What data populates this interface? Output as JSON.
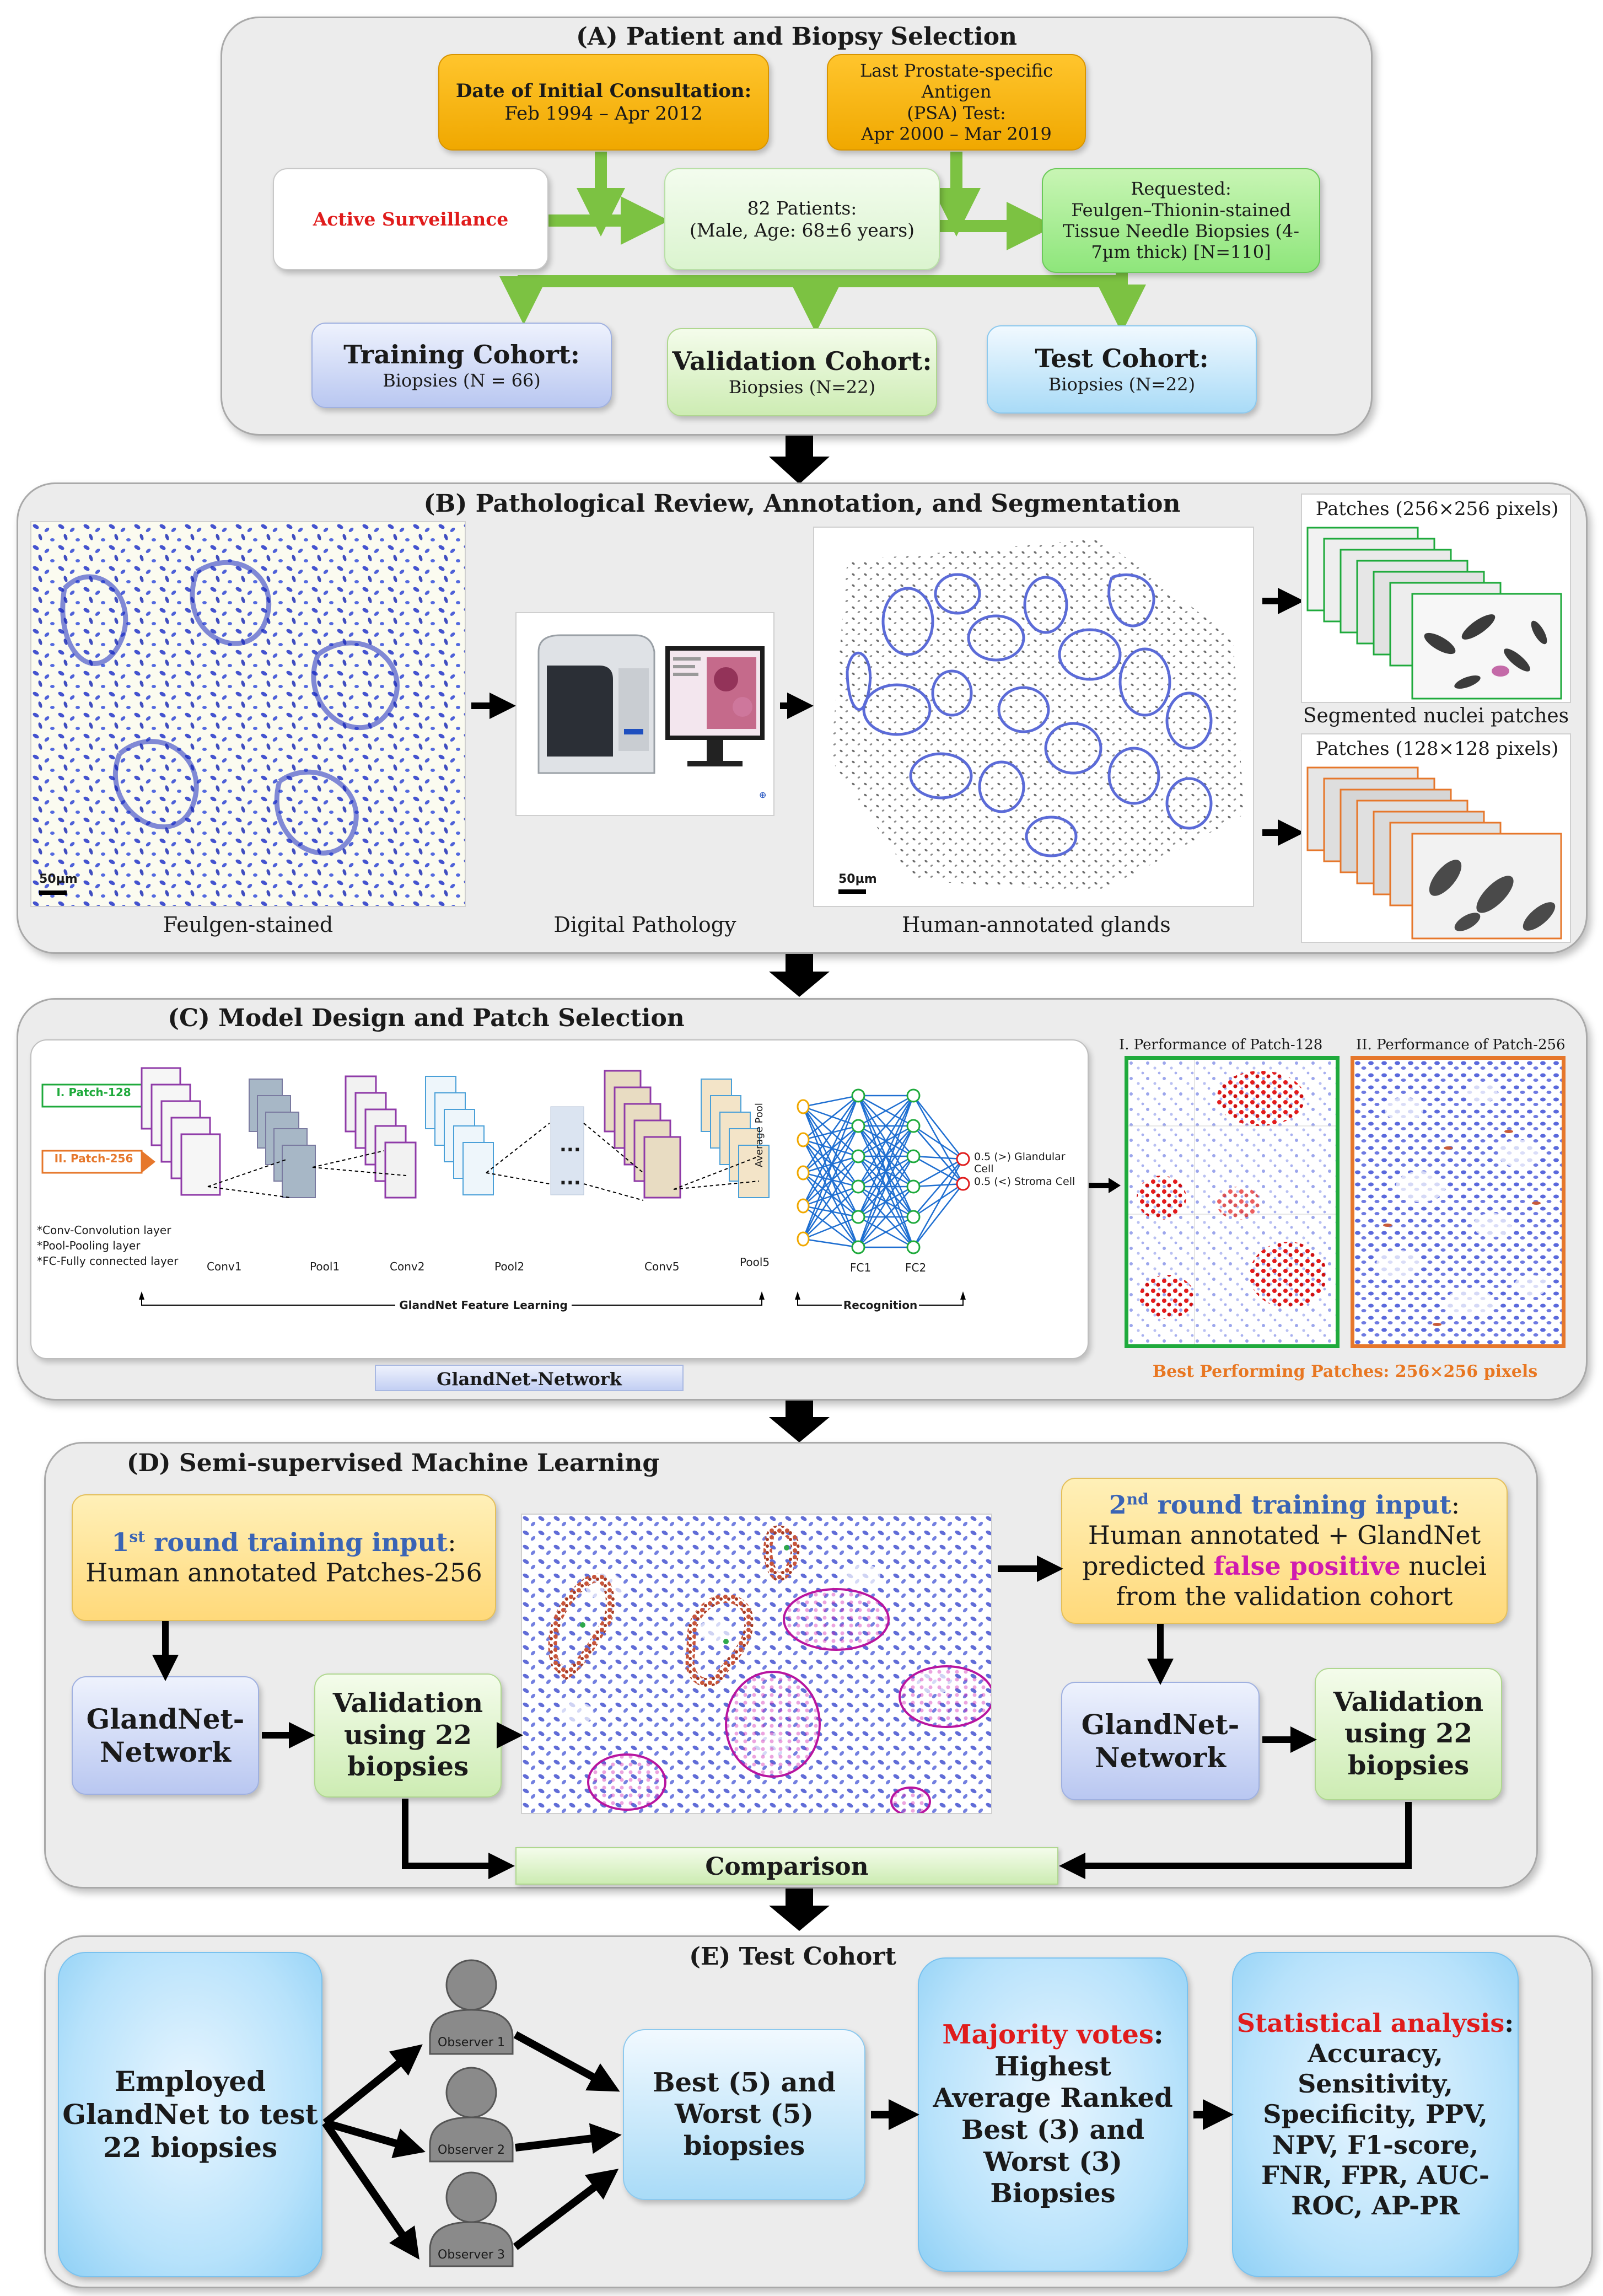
{
  "colors": {
    "arrow_green": "#7cc242",
    "highlight_red": "#e01c1c",
    "highlight_magenta": "#d01bb0",
    "round_blue": "#3a64b5",
    "best_orange": "#e87722",
    "patch128_green": "#1faa3c",
    "patch256_orange": "#e6772b",
    "nuclei_blue": "#2230c8"
  },
  "panelA": {
    "title": "(A) Patient and Biopsy Selection",
    "consult_title": "Date of Initial Consultation:",
    "consult_range": "Feb 1994 – Apr 2012",
    "psa_line1": "Last Prostate-specific Antigen",
    "psa_line2": "(PSA) Test:",
    "psa_range": "Apr 2000 – Mar 2019",
    "active": "Active Surveillance",
    "patients_line1": "82 Patients:",
    "patients_line2": "(Male, Age: 68±6 years)",
    "req_line1": "Requested:",
    "req_line2": "Feulgen–Thionin-stained",
    "req_line3": "Tissue Needle Biopsies (4-",
    "req_line4": "7µm thick) [N=110]",
    "train_title": "Training Cohort:",
    "train_sub": "Biopsies (N = 66)",
    "val_title": "Validation Cohort:",
    "val_sub": "Biopsies (N=22)",
    "test_title": "Test Cohort:",
    "test_sub": "Biopsies (N=22)"
  },
  "panelB": {
    "title": "(B) Pathological Review, Annotation, and Segmentation",
    "cap_feulgen": "Feulgen-stained",
    "cap_digital": "Digital Pathology",
    "cap_glands": "Human-annotated glands",
    "scale1": "50µm",
    "scale2": "50µm",
    "patch256": "Patches (256×256 pixels)",
    "segmented": "Segmented nuclei patches",
    "patch128": "Patches (128×128 pixels)"
  },
  "panelC": {
    "title": "(C) Model Design and Patch Selection",
    "in1": "I. Patch-128",
    "in2": "II. Patch-256",
    "legend1": "*Conv-Convolution layer",
    "legend2": "*Pool-Pooling layer",
    "legend3": "*FC-Fully connected layer",
    "conv1": "Conv1",
    "pool1": "Pool1",
    "conv2": "Conv2",
    "pool2": "Pool2",
    "conv5": "Conv5",
    "pool5": "Pool5",
    "ellipsis": "...",
    "avgpool": "Average Pool",
    "fc1": "FC1",
    "fc2": "FC2",
    "out1": "0.5 (>) Glandular Cell",
    "out2": "0.5 (<) Stroma Cell",
    "feature": "GlandNet Feature Learning",
    "recognition": "Recognition",
    "network": "GlandNet-Network",
    "perf128": "I. Performance of Patch-128",
    "perf256": "II. Performance of Patch-256",
    "best": "Best Performing Patches: 256×256 pixels"
  },
  "panelD": {
    "title": "(D) Semi-supervised Machine Learning",
    "r1_a": "1",
    "r1_sup": "st",
    "r1_b": " round training input",
    "r1_colon": ":",
    "r1_line2": "Human annotated Patches-256",
    "net1_l1": "GlandNet-",
    "net1_l2": "Network",
    "v1_l1": "Validation",
    "v1_l2": "using  22",
    "v1_l3": "biopsies",
    "r2_a": "2",
    "r2_sup": "nd",
    "r2_b": " round training input",
    "r2_colon": ":",
    "r2_line2": "Human annotated + GlandNet",
    "r2_line3a": "predicted ",
    "r2_fp": "false positive",
    "r2_line3b": " nuclei",
    "r2_line4": "from the validation cohort",
    "net2_l1": "GlandNet-",
    "net2_l2": "Network",
    "v2_l1": "Validation",
    "v2_l2": "using 22",
    "v2_l3": "biopsies",
    "comparison": "Comparison"
  },
  "panelE": {
    "title": "(E) Test Cohort",
    "emp_l1": "Employed",
    "emp_l2": "GlandNet to test",
    "emp_l3": "22 biopsies",
    "obs1": "Observer 1",
    "obs2": "Observer 2",
    "obs3": "Observer 3",
    "bw_l1": "Best (5) and",
    "bw_l2": "Worst (5)",
    "bw_l3": "biopsies",
    "mv_title": "Majority votes",
    "mv_colon": ":",
    "mv_l2": "Highest",
    "mv_l3": "Average Ranked",
    "mv_l4": "Best (3) and",
    "mv_l5": "Worst (3)",
    "mv_l6": "Biopsies",
    "sa_title": "Statistical analysis",
    "sa_colon": ":",
    "sa_l2": "Accuracy,",
    "sa_l3": "Sensitivity,",
    "sa_l4": "Specificity, PPV,",
    "sa_l5": "NPV, F1-score,",
    "sa_l6": "FNR, FPR, AUC-",
    "sa_l7": "ROC, AP-PR"
  }
}
